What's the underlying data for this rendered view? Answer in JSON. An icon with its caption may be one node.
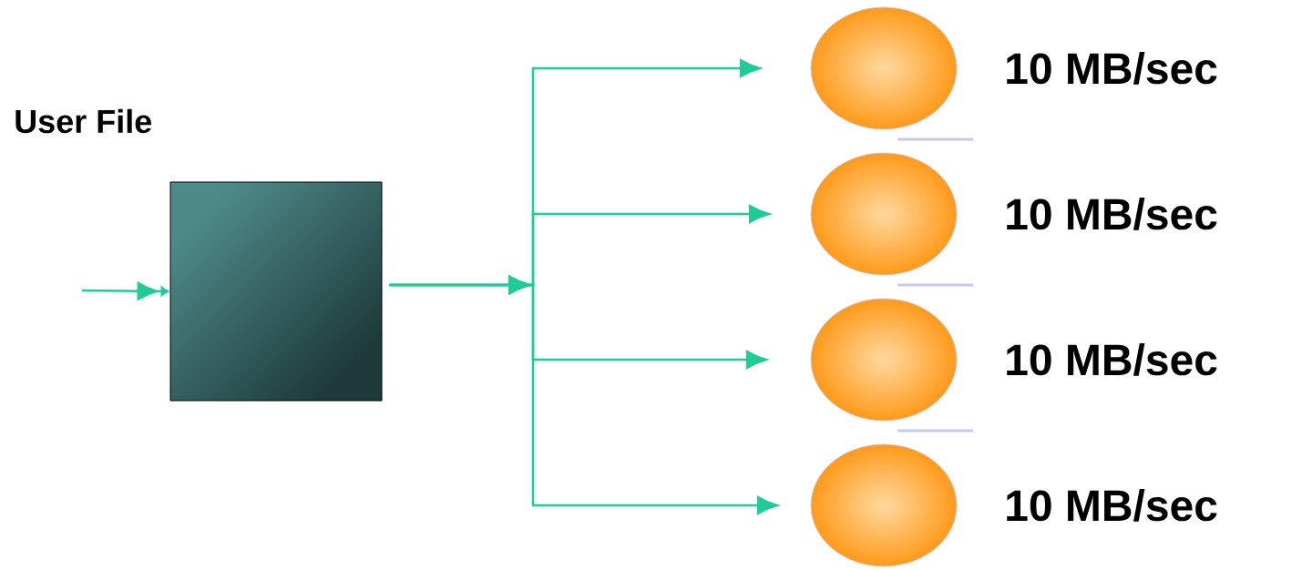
{
  "diagram": {
    "nodes": [
      {
        "text": [
          "User File"
        ]
      },
      {
        "text": [],
        "shape": "circle",
        "beside": [
          "10 MB/sec"
        ]
      },
      {
        "text": [],
        "shape": "circle",
        "beside": [
          "10 MB/sec"
        ]
      },
      {
        "text": [],
        "shape": "circle",
        "beside": [
          "10 MB/sec"
        ]
      },
      {
        "text": [],
        "shape": "circle",
        "beside": [
          "10 MB/sec"
        ]
      }
    ],
    "edges": [
      {
        "from": null,
        "to": 0,
        "arrow": "to"
      },
      {
        "from": 0,
        "to": 1,
        "arrow": "to"
      },
      {
        "from": 0,
        "to": 2,
        "arrow": "to"
      },
      {
        "from": 0,
        "to": 3,
        "arrow": "to"
      },
      {
        "from": 0,
        "to": 4,
        "arrow": "to"
      }
    ]
  }
}
